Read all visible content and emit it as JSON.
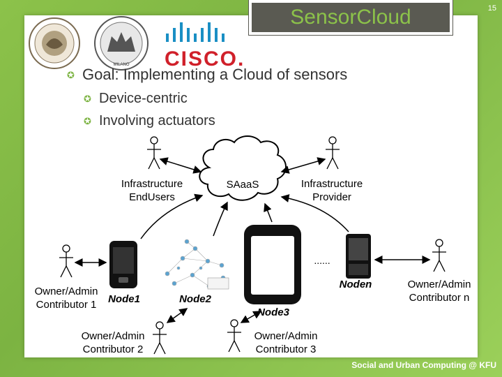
{
  "slide": {
    "title": "SensorCloud",
    "page_number": "15",
    "footer": "Social and Urban Computing @ KFU"
  },
  "logos": {
    "cisco_text": "CISCO.",
    "seal2_text": "MILANO"
  },
  "bullets": {
    "goal": "Goal: Implementing a Cloud of sensors",
    "sub1": "Device-centric",
    "sub2": "Involving actuators"
  },
  "diagram": {
    "cloud_label": "SAaaS",
    "infra_end_users": [
      "Infrastructure",
      "EndUsers"
    ],
    "infra_provider": [
      "Infrastructure",
      "Provider"
    ],
    "owner1": [
      "Owner/Admin",
      "Contributor 1"
    ],
    "owner_n": [
      "Owner/Admin",
      "Contributor n"
    ],
    "owner2": [
      "Owner/Admin",
      "Contributor 2"
    ],
    "owner3": [
      "Owner/Admin",
      "Contributor 3"
    ],
    "node1": "Node1",
    "node2": "Node2",
    "node3": "Node3",
    "noden": "Noden",
    "ellipsis": "......"
  },
  "colors": {
    "accent": "#8cc24a",
    "title_bg": "#5a5a52"
  }
}
